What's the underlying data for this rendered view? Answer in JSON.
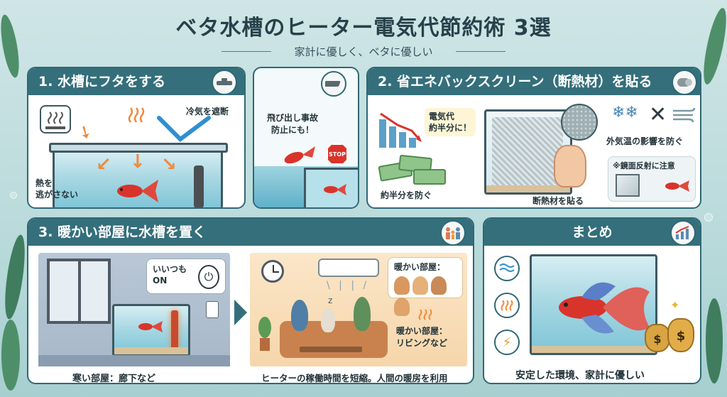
{
  "header": {
    "title": "ベタ水槽のヒーター電気代節約術 3選",
    "subtitle": "家計に優しく、ベタに優しい"
  },
  "section1": {
    "title": "1. 水槽にフタをする",
    "cold_block": "冷気を遮断",
    "keep_heat": "熱を\n逃がさない",
    "safety_note": "飛び出し事故\n防止にも！",
    "stop_sign": "STOP"
  },
  "section2": {
    "title": "2. 省エネバックスクリーン（断熱材）を貼る",
    "half_cost": "電気代\n約半分に！",
    "prevent_half": "約半分を防ぐ",
    "apply_insulation": "断熱材を貼る",
    "outside_temp": "外気温の影響を防ぐ",
    "mirror_note": "※鏡面反射に注意"
  },
  "section3": {
    "title": "3. 暖かい部屋に水槽を置く",
    "always_on": "いいつも\nON",
    "cold_room": "寒い部屋：廊下など",
    "warm_room_top": "暖かい部屋：",
    "warm_room_living": "暖かい部屋：\nリビングなど",
    "shorten_runtime": "ヒーターの稼働時間を短縮。人間の暖房を利用",
    "sleep_mark": "z"
  },
  "summary": {
    "title": "まとめ",
    "caption": "安定した環境、家計に優しい",
    "money_symbol": "$"
  },
  "colors": {
    "header_bar": "#346f7b",
    "accent_orange": "#f08a3c",
    "betta_red": "#d9342b",
    "sky_blue": "#2f8fd0"
  }
}
